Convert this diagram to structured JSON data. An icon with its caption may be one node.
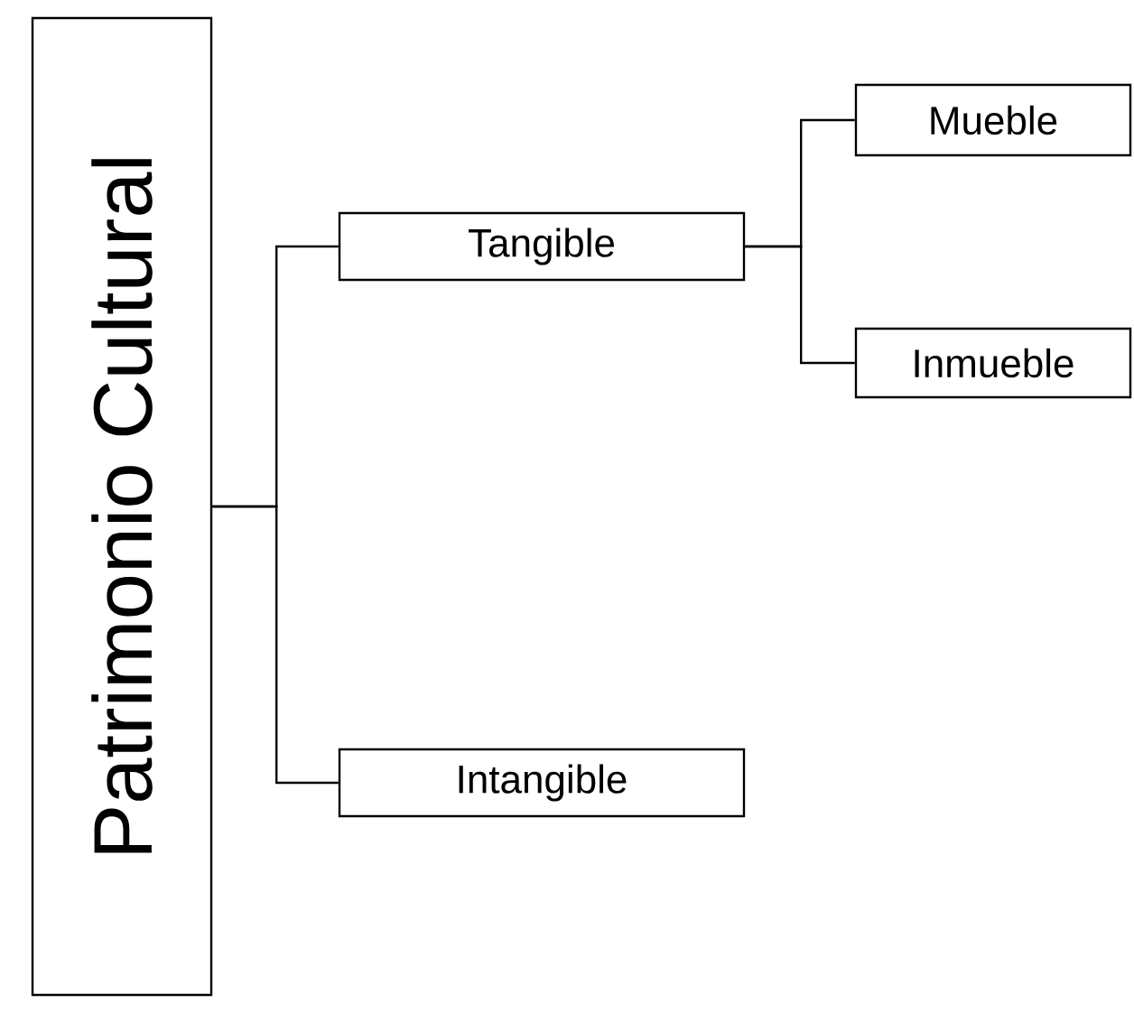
{
  "diagram": {
    "nodes": [
      {
        "text": [
          "Patrimonio Cultural"
        ]
      },
      {
        "text": [
          "Tangible"
        ]
      },
      {
        "text": [
          "Mueble"
        ]
      },
      {
        "text": [
          "Inmueble"
        ]
      },
      {
        "text": [
          "Intangible"
        ]
      }
    ],
    "edges": [
      {
        "from": 0,
        "to": 1,
        "arrow": "none"
      },
      {
        "from": 0,
        "to": 4,
        "arrow": "none"
      },
      {
        "from": 1,
        "to": 2,
        "arrow": "none"
      },
      {
        "from": 1,
        "to": 3,
        "arrow": "none"
      }
    ]
  }
}
